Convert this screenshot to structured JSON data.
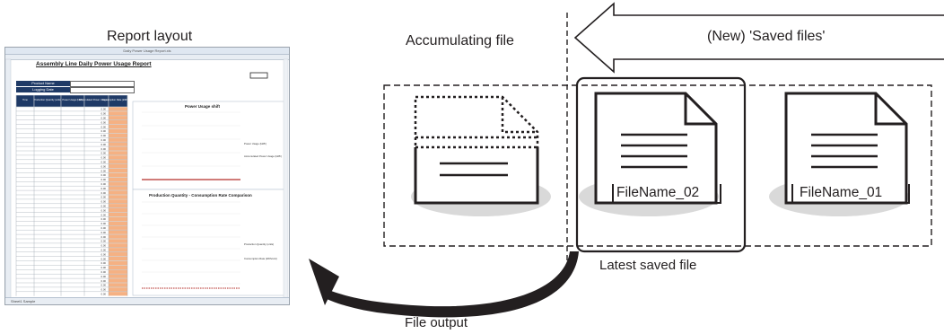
{
  "report": {
    "caption": "Report layout",
    "window_title": "Daily Power Usage Report.xls",
    "sheet_title": "Assembly Line Daily Power Usage Report",
    "info_labels": [
      "Product Name",
      "Logging Date"
    ],
    "table_headers": [
      "Time",
      "Production Quantity (units)",
      "Power Usage (kWh)",
      "Accumulated Power Usage (kWh)",
      "Consumption Rate (kWh/units)"
    ],
    "cell_value": "0.00",
    "chart1_title": "Power Usage shift",
    "chart2_title": "Production Quantity - Consumption Rate Comparison",
    "legend1": [
      "Power Usage (kWh)",
      "Accumulated Power Usage (kWh)"
    ],
    "legend2": [
      "Production Quantity (units)",
      "Consumption Rate (kWh/unit)"
    ],
    "sheet_tab": "Sheet1  Sample"
  },
  "labels": {
    "accumulating_file": "Accumulating file",
    "saved_files": "(New) 'Saved files'",
    "file_02": "FileName_02",
    "file_01": "FileName_01",
    "latest_saved": "Latest saved file",
    "file_output": "File output"
  },
  "colors": {
    "line": "#231f20",
    "ellipse": "#d9d9d9",
    "header_fill": "#1f3a66",
    "accent_cells": "#f5b183",
    "series_line": "#c0504d"
  }
}
